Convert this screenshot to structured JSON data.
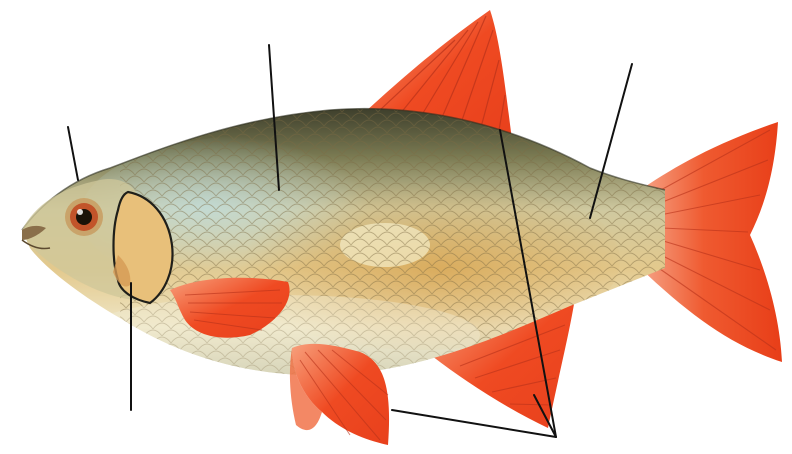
{
  "figure": {
    "subject": "fish",
    "background_color": "#ffffff",
    "colors": {
      "fin_red": "#ef4a22",
      "fin_light": "#f7a07c",
      "back_dark": "#3e3f2c",
      "flank_gold": "#d9b16e",
      "belly_light": "#f3f0dc",
      "gill_cover": "#e8c07a",
      "eye_ring": "#c9a36a",
      "pointer_line": "#111111"
    },
    "pointer_lines": [
      {
        "name": "pointer-head"
      },
      {
        "name": "pointer-back"
      },
      {
        "name": "pointer-tail-stalk"
      },
      {
        "name": "pointer-gill-cover"
      },
      {
        "name": "pointer-fins"
      }
    ]
  }
}
